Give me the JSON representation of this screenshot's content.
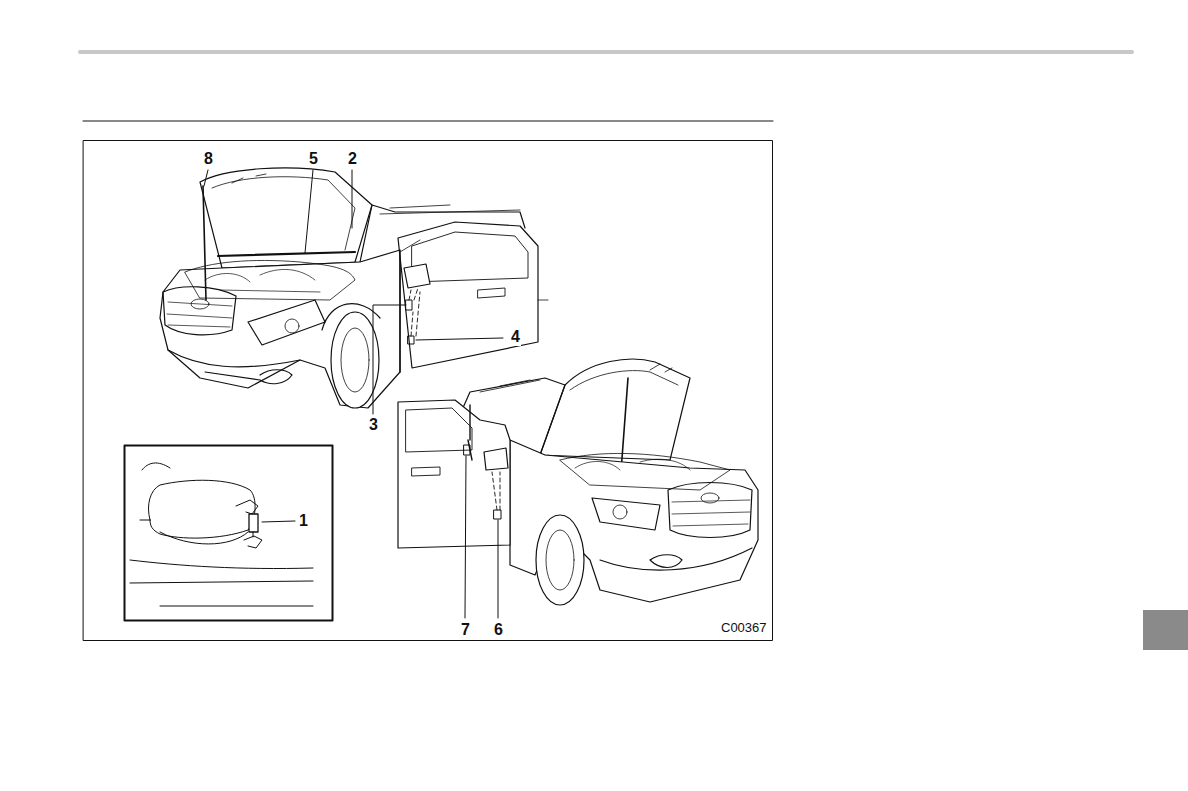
{
  "diagram": {
    "labels": [
      "8",
      "5",
      "2",
      "4",
      "3",
      "1",
      "7",
      "6",
      "C00367"
    ]
  }
}
